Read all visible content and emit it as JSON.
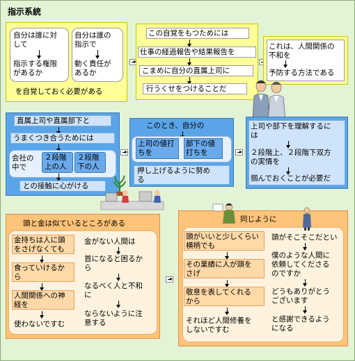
{
  "title": "指示系統",
  "panel1": {
    "left_box": [
      "自分は誰に対",
      "して",
      "指示する権限",
      "があるか"
    ],
    "right_box": [
      "自分は誰の",
      "指示で",
      "動く責任が",
      "あるか"
    ],
    "footer": "を自覚しておく必要がある"
  },
  "panel2": {
    "lines": [
      "この自覚をもつためには",
      "仕事の経過報告や結果報告を",
      "こまめに自分の直属上司に",
      "行うくせをつけることだ"
    ]
  },
  "panel3": {
    "lines": [
      "これは、人間関係の",
      "不和を",
      "予防する方法である"
    ]
  },
  "panel4": {
    "top": [
      "直属上司や直属部下と",
      "うまくつき合うためには"
    ],
    "company": [
      "会社の",
      "中で"
    ],
    "box_a": [
      "２段階",
      "上の人"
    ],
    "box_b": [
      "２段階",
      "下の人"
    ],
    "footer": "との接触に心がける"
  },
  "panel5": {
    "header": "このとき、自分の",
    "box_a": [
      "上司の値打",
      "ちを"
    ],
    "box_b": [
      "部下の値",
      "打ちを"
    ],
    "footer": [
      "押し上げるように努め",
      "る"
    ]
  },
  "panel6": {
    "lines": [
      "上司や部下を理解するに",
      "は",
      "２段階上、２段階下双方",
      "の実情を",
      "掴んでおくことが必要だ"
    ]
  },
  "panel7": {
    "header": "頭と金は似ているところがある",
    "left": [
      "金持ちは人に頭",
      "をさげなくても",
      "食っていけるか",
      "ら",
      "人間関係への神",
      "経を",
      "使わないですむ"
    ],
    "right": [
      "金がない人間は",
      "首になると困るか",
      "ら",
      "なるべく人と不和",
      "に",
      "ならないように注",
      "意する"
    ]
  },
  "panel8": {
    "header": "同じように",
    "left": [
      "頭がいいと少しくらい",
      "横柄でも",
      "その業績に人が頭を",
      "さげ",
      "敬意を表してくれる",
      "から",
      "それほど人間修養を",
      "しないですむ"
    ],
    "right": [
      "頭がそこそこだとい",
      "僕のような人間に",
      "依頼してくださる",
      "のですか",
      "どうもありがとう",
      "ございます",
      "と感謝できるよう",
      "になる"
    ]
  },
  "icons": [
    "right-arrow-icon",
    "down-arrow-icon",
    "businessmen-figure",
    "office-workers-figure",
    "plant-figure",
    "thinking-man-figure",
    "standing-man-figure"
  ],
  "colors": {
    "background": "#e3f3d6",
    "yellow": "#ffff99",
    "blue": "#5aa5e8",
    "peach": "#ffc37a"
  }
}
